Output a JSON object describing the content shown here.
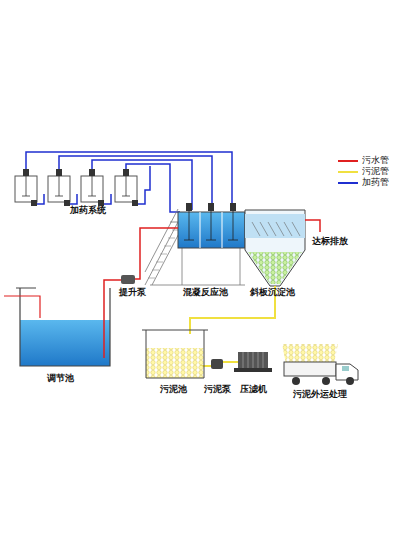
{
  "diagram": {
    "labels": [
      "加药系统",
      "提升泵",
      "混凝反应池",
      "斜板沉淀池",
      "达标排放",
      "调节池",
      "污泥池",
      "污泥泵",
      "压滤机",
      "污泥外运处理"
    ],
    "legend": [
      {
        "text": "污水管",
        "color": "#e02020"
      },
      {
        "text": "污泥管",
        "color": "#f0e040"
      },
      {
        "text": "加药管",
        "color": "#1f2fd0"
      }
    ]
  }
}
